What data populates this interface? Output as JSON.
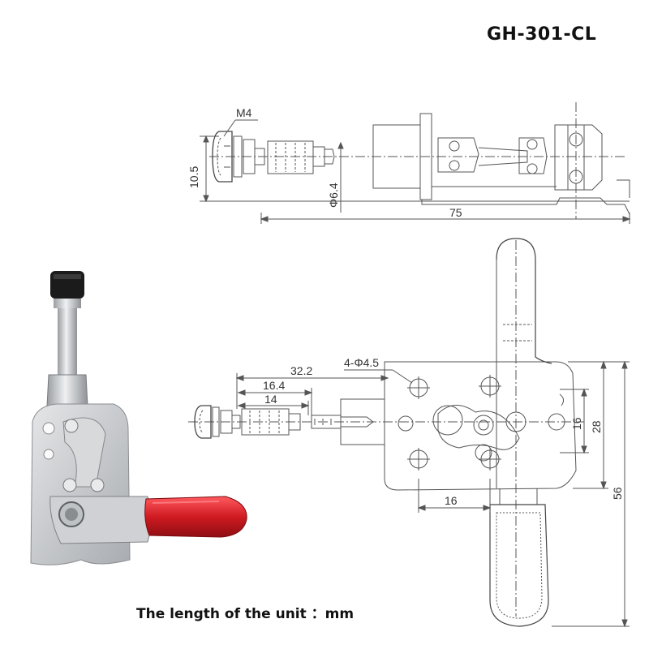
{
  "title": "GH-301-CL",
  "caption": "The length of the unit ：mm",
  "top_view": {
    "thread_label": "M4",
    "height_label": "10.5",
    "shaft_dia_label": "Φ6.4",
    "length_label": "75"
  },
  "side_view": {
    "dim_a_label": "32.2",
    "dim_b_label": "16.4",
    "dim_c_label": "14",
    "holes_label": "4-Φ4.5",
    "hole_spacing_label": "16",
    "base_height_label": "16",
    "base_width_label": "28",
    "overall_height_label": "56"
  },
  "colors": {
    "line": "#555555",
    "handle_red": "#d01a22",
    "metal": "#c8cacc",
    "knob": "#1a1a1a"
  }
}
